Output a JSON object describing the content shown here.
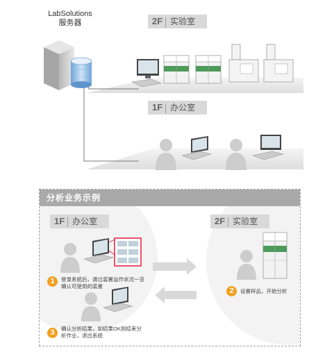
{
  "server": {
    "name_line1": "LabSolutions",
    "name_line2": "服务器"
  },
  "floors": {
    "lab_top": {
      "floor": "2F",
      "name": "实验室"
    },
    "office_top": {
      "floor": "1F",
      "name": "办公室"
    }
  },
  "panel": {
    "title": "分析业务示例",
    "office": {
      "floor": "1F",
      "name": "办公室"
    },
    "lab": {
      "floor": "2F",
      "name": "实验室"
    },
    "steps": [
      {
        "number": "1",
        "text_line1": "登录系统后，通过装置运作状况一览",
        "text_line2": "确认可使用的装置"
      },
      {
        "number": "2",
        "text_line1": "设置样品，开始分析",
        "text_line2": ""
      },
      {
        "number": "3",
        "text_line1": "确认分析结果，如结果OK则结束分",
        "text_line2": "析作业，退出系统"
      }
    ]
  },
  "colors": {
    "step_badge": "#f0a020",
    "panel_header": "#a9a9a9",
    "floor_label": "#d9d9d9",
    "arrow": "#d9d9d9",
    "highlight": "#e0203a"
  }
}
